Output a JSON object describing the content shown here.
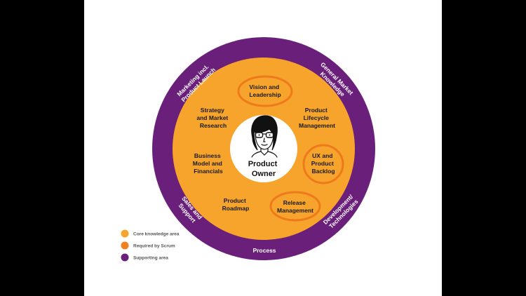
{
  "center": {
    "line1": "Product",
    "line2": "Owner"
  },
  "core_areas": [
    {
      "lines": [
        "Vision and",
        "Leadership"
      ],
      "highlighted": true
    },
    {
      "lines": [
        "Product",
        "Lifecycle",
        "Management"
      ],
      "highlighted": false
    },
    {
      "lines": [
        "UX and",
        "Product",
        "Backlog"
      ],
      "highlighted": true
    },
    {
      "lines": [
        "Release",
        "Management"
      ],
      "highlighted": true
    },
    {
      "lines": [
        "Product",
        "Roadmap"
      ],
      "highlighted": false
    },
    {
      "lines": [
        "Business",
        "Model and",
        "Financials"
      ],
      "highlighted": false
    },
    {
      "lines": [
        "Strategy",
        "and Market",
        "Research"
      ],
      "highlighted": false
    }
  ],
  "supporting_areas": [
    {
      "lines": [
        "Marketing incl.",
        "Product Launch"
      ]
    },
    {
      "lines": [
        "General Market",
        "Knowledge"
      ]
    },
    {
      "lines": [
        "Development/",
        "Technologies"
      ]
    },
    {
      "lines": [
        "Process"
      ]
    },
    {
      "lines": [
        "Sales and",
        "Support"
      ]
    }
  ],
  "legend": [
    {
      "label": "Core knowledge area",
      "color": "#F6A42C"
    },
    {
      "label": "Required by Scrum",
      "color": "#F07F1D"
    },
    {
      "label": "Supporting area",
      "color": "#6A1F7A"
    }
  ],
  "colors": {
    "outer_ring": "#6A1F7A",
    "core": "#F6A42C",
    "scrum_outline": "#EE7A1C",
    "center": "#FFFFFF"
  },
  "icons": {
    "center": "woman-with-glasses-icon"
  }
}
